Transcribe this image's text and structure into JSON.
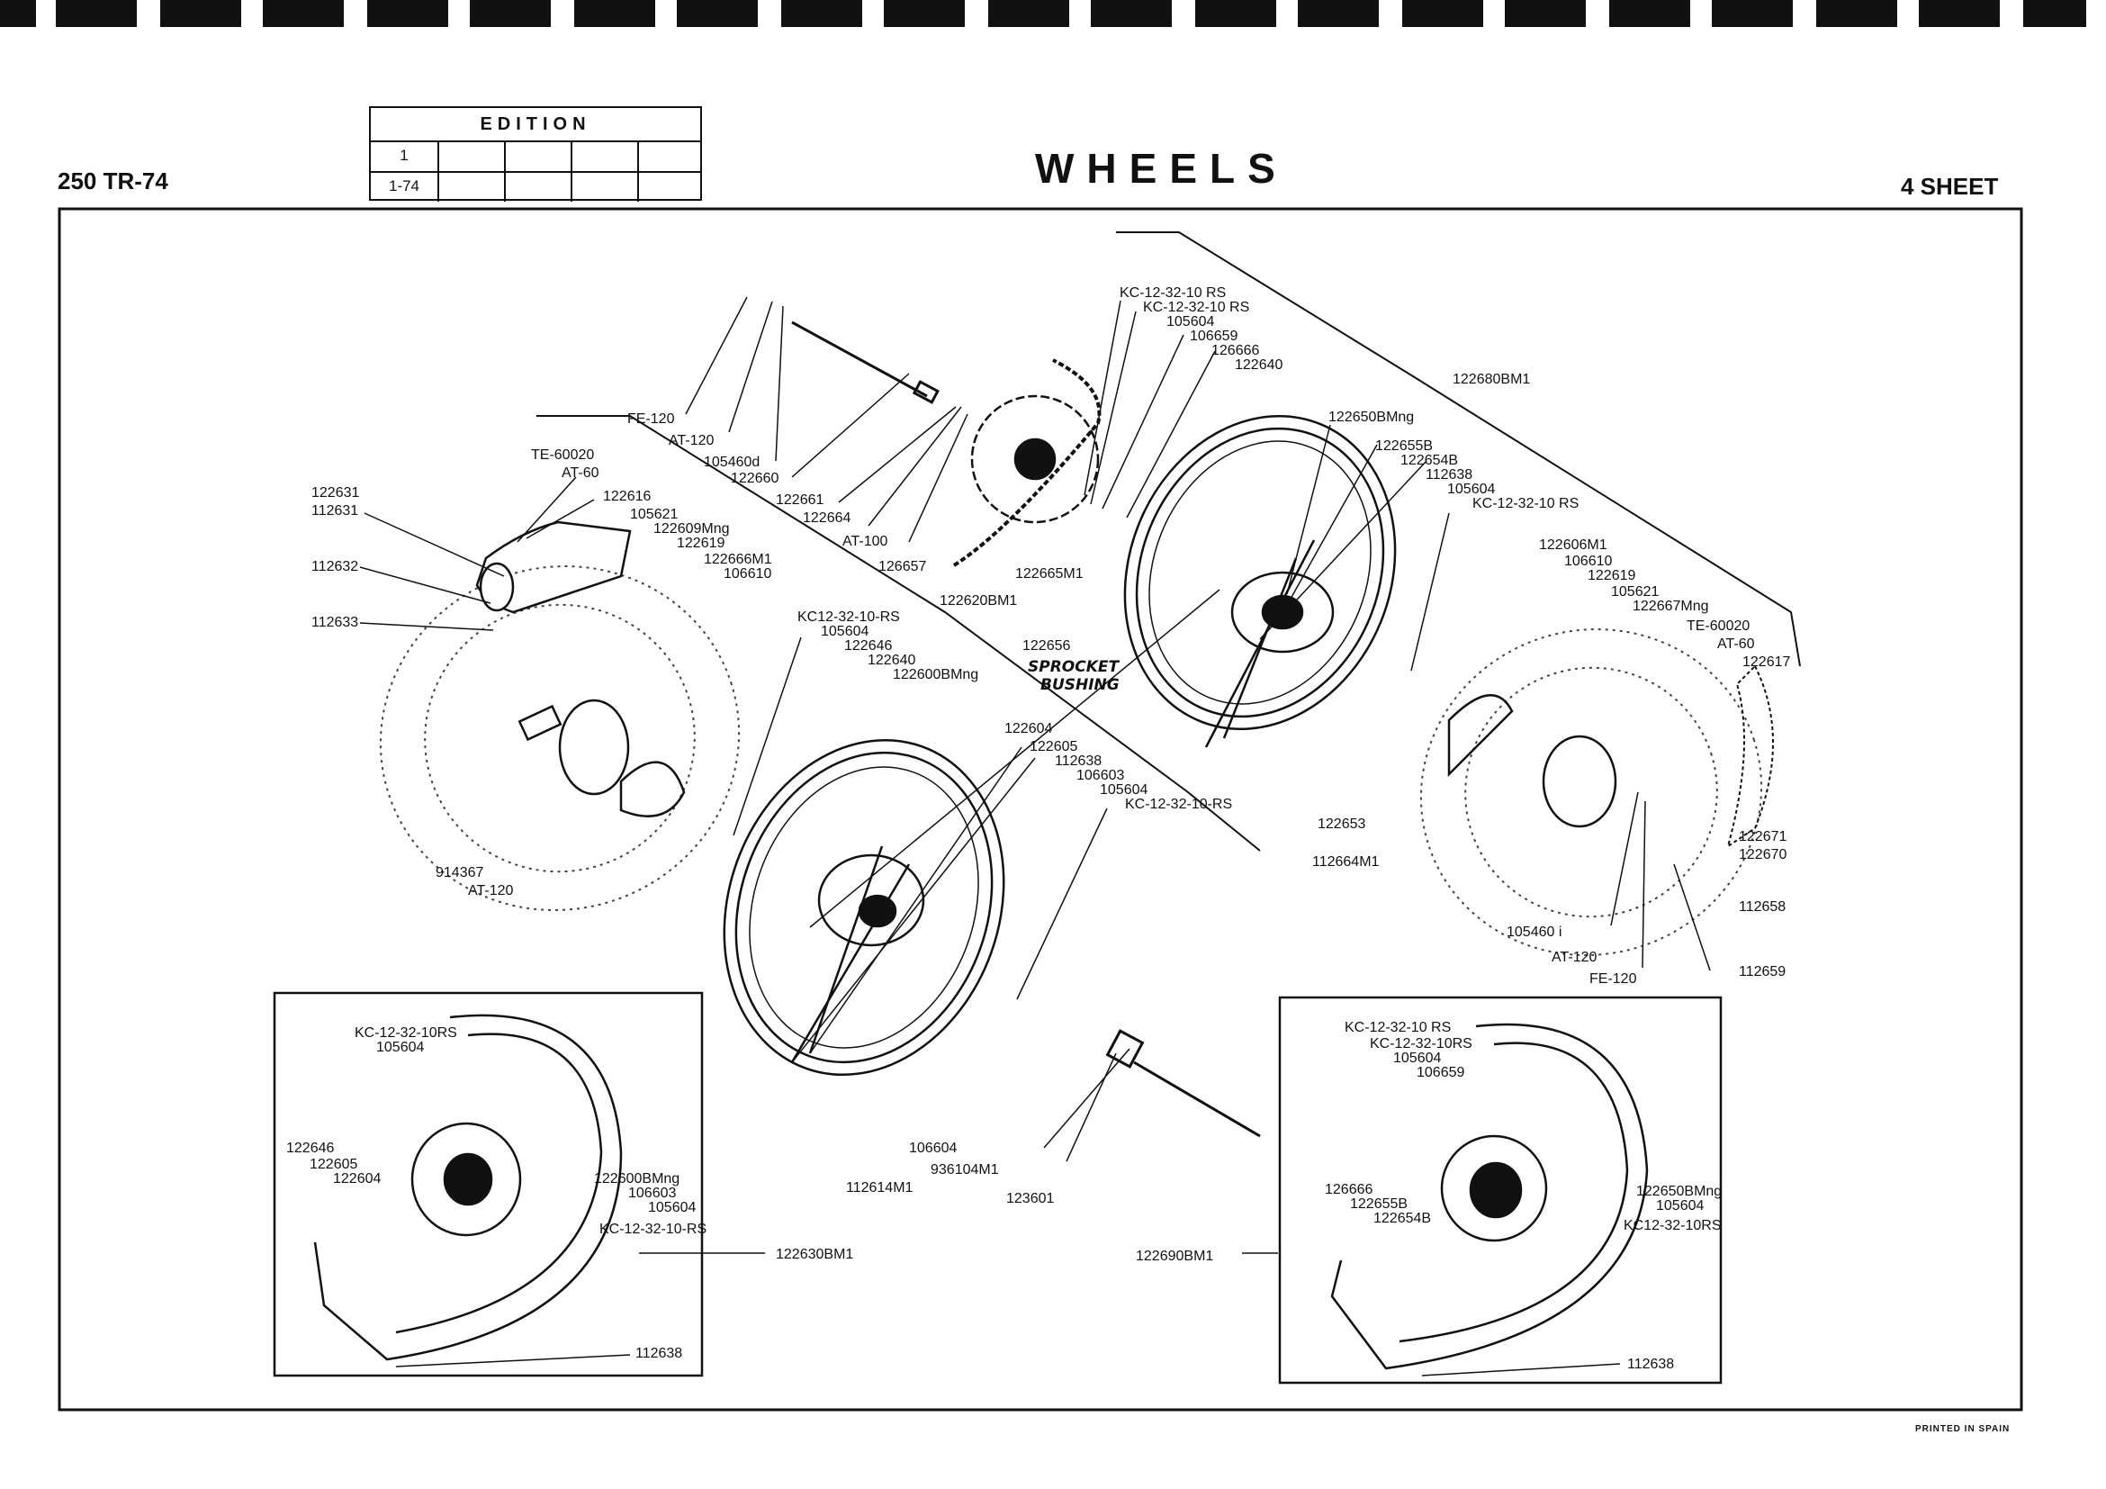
{
  "header": {
    "model": "250 TR-74",
    "title": "WHEELS",
    "sheet": "4 SHEET",
    "edition": {
      "heading": "EDITION",
      "rows": [
        "1",
        "1-74"
      ]
    }
  },
  "labels": {
    "fe120_top": "FE-120",
    "at120_top": "AT-120",
    "n105460d": "105460d",
    "n122660": "122660",
    "n122661": "122661",
    "n122664": "122664",
    "at100": "AT-100",
    "n126657": "126657",
    "n122665m1": "122665M1",
    "kc_a": "KC-12-32-10 RS",
    "kc_b": "KC-12-32-10 RS",
    "n105604_a": "105604",
    "n106659_a": "106659",
    "n126666_a": "126666",
    "n122640_a": "122640",
    "n122680bm1": "122680BM1",
    "n122650bmng": "122650BMng",
    "n122655b": "122655B",
    "n122654b": "122654B",
    "n112638_a": "112638",
    "n105604_b": "105604",
    "kc_c": "KC-12-32-10 RS",
    "n122656": "122656",
    "hand_note_1": "SPROCKET",
    "hand_note_2": "BUSHING",
    "te60020_l": "TE-60020",
    "at60_l": "AT-60",
    "n122631": "122631",
    "n112631": "112631",
    "n112632": "112632",
    "n112633": "112633",
    "n122616": "122616",
    "n105621_l": "105621",
    "n122609mng": "122609Mng",
    "n122619_l": "122619",
    "n122666m1": "122666M1",
    "n106610_l": "106610",
    "n122620bm1": "122620BM1",
    "kc_d": "KC12-32-10-RS",
    "n105604_c": "105604",
    "n122646": "122646",
    "n122640_b": "122640",
    "n122600bmng": "122600BMng",
    "n914367": "914367",
    "at120_l": "AT-120",
    "n122604": "122604",
    "n122605": "122605",
    "n112638_b": "112638",
    "n106603": "106603",
    "n105604_d": "105604",
    "kc_e": "KC-12-32-10-RS",
    "n122653": "122653",
    "n112664m1": "112664M1",
    "n122606m1": "122606M1",
    "n106610_r": "106610",
    "n122619_r": "122619",
    "n105621_r": "105621",
    "n122667mng": "122667Mng",
    "te60020_r": "TE-60020",
    "at60_r": "AT-60",
    "n122617": "122617",
    "n122671": "122671",
    "n122670": "122670",
    "n112658": "112658",
    "n105460i": "105460 i",
    "at120_r": "AT-120",
    "fe120_r": "FE-120",
    "n112659": "112659",
    "n106604": "106604",
    "n936104m1": "936104M1",
    "n123601": "123601",
    "n112614m1": "112614M1",
    "inset_left": {
      "kc": "KC-12-32-10RS",
      "n105604": "105604",
      "n122646": "122646",
      "n122605": "122605",
      "n122604": "122604",
      "n122600bmng": "122600BMng",
      "n106603": "106603",
      "n105604_b": "105604",
      "kc_b": "KC-12-32-10-RS",
      "assembly": "122630BM1",
      "n112638": "112638"
    },
    "inset_right": {
      "kc_a": "KC-12-32-10 RS",
      "kc_b": "KC-12-32-10RS",
      "n105604": "105604",
      "n106659": "106659",
      "n126666": "126666",
      "n122655b": "122655B",
      "n122654b": "122654B",
      "n122650bmng": "122650BMng",
      "n105604_b": "105604",
      "kc_c": "KC12-32-10RS",
      "assembly": "122690BM1",
      "n112638": "112638"
    }
  },
  "footer": {
    "printed": "PRINTED IN SPAIN"
  }
}
